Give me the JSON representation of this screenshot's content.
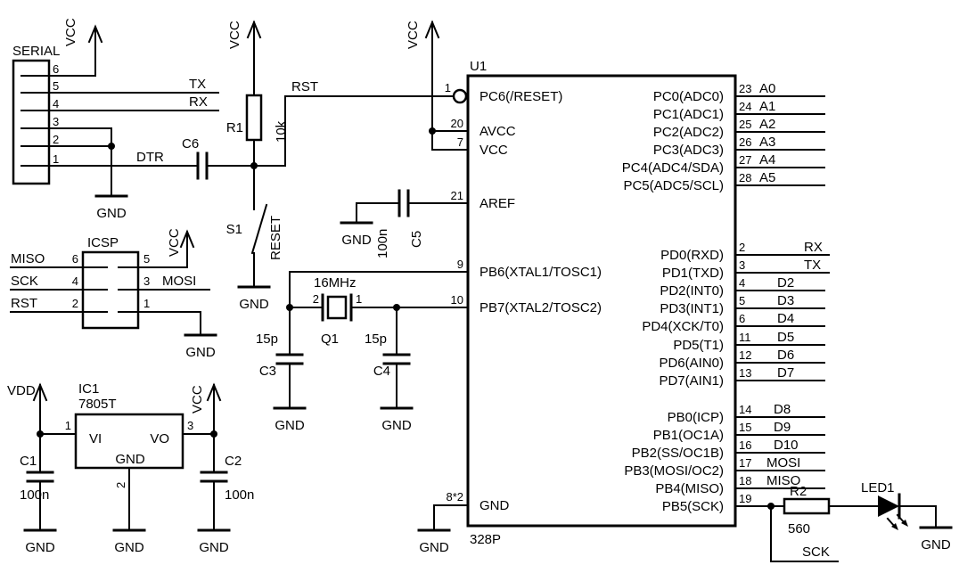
{
  "power": {
    "vcc": "VCC",
    "vdd": "VDD",
    "gnd": "GND"
  },
  "serial": {
    "title": "SERIAL",
    "pins": [
      "6",
      "5",
      "4",
      "3",
      "2",
      "1"
    ],
    "net_tx": "TX",
    "net_rx": "RX",
    "net_dtr": "DTR"
  },
  "reset": {
    "c6": "C6",
    "r1": "R1",
    "r1_value": "10k",
    "rst": "RST",
    "s1": "S1",
    "s1_label": "RESET"
  },
  "aref": {
    "c5": "C5",
    "c5_value": "100n"
  },
  "xtal": {
    "q1": "Q1",
    "freq": "16MHz",
    "pin_left": "2",
    "pin_right": "1",
    "c3": "C3",
    "c3_value": "15p",
    "c4": "C4",
    "c4_value": "15p"
  },
  "icsp": {
    "title": "ICSP",
    "rows": [
      {
        "left_num": "6",
        "left_net": "MISO",
        "right_num": "5",
        "right_net": ""
      },
      {
        "left_num": "4",
        "left_net": "SCK",
        "right_num": "3",
        "right_net": "MOSI"
      },
      {
        "left_num": "2",
        "left_net": "RST",
        "right_num": "1",
        "right_net": ""
      }
    ]
  },
  "regulator": {
    "ref": "IC1",
    "part": "7805T",
    "vi": "VI",
    "vo": "VO",
    "gnd": "GND",
    "pin_in": "1",
    "pin_out": "3",
    "pin_gnd": "2",
    "c1": "C1",
    "c1_value": "100n",
    "c2": "C2",
    "c2_value": "100n"
  },
  "mcu": {
    "ref": "U1",
    "part": "328P",
    "left_pins": [
      {
        "num": "1",
        "name": "PC6(/RESET)"
      },
      {
        "num": "20",
        "name": "AVCC"
      },
      {
        "num": "7",
        "name": "VCC"
      },
      {
        "num": "21",
        "name": "AREF"
      },
      {
        "num": "9",
        "name": "PB6(XTAL1/TOSC1)"
      },
      {
        "num": "10",
        "name": "PB7(XTAL2/TOSC2)"
      },
      {
        "num": "8*2",
        "name": "GND"
      }
    ],
    "right_pins": [
      {
        "num": "23",
        "name": "PC0(ADC0)",
        "net": "A0"
      },
      {
        "num": "24",
        "name": "PC1(ADC1)",
        "net": "A1"
      },
      {
        "num": "25",
        "name": "PC2(ADC2)",
        "net": "A2"
      },
      {
        "num": "26",
        "name": "PC3(ADC3)",
        "net": "A3"
      },
      {
        "num": "27",
        "name": "PC4(ADC4/SDA)",
        "net": "A4"
      },
      {
        "num": "28",
        "name": "PC5(ADC5/SCL)",
        "net": "A5"
      },
      {
        "num": "2",
        "name": "PD0(RXD)",
        "net": "RX"
      },
      {
        "num": "3",
        "name": "PD1(TXD)",
        "net": "TX"
      },
      {
        "num": "4",
        "name": "PD2(INT0)",
        "net": "D2"
      },
      {
        "num": "5",
        "name": "PD3(INT1)",
        "net": "D3"
      },
      {
        "num": "6",
        "name": "PD4(XCK/T0)",
        "net": "D4"
      },
      {
        "num": "11",
        "name": "PD5(T1)",
        "net": "D5"
      },
      {
        "num": "12",
        "name": "PD6(AIN0)",
        "net": "D6"
      },
      {
        "num": "13",
        "name": "PD7(AIN1)",
        "net": "D7"
      },
      {
        "num": "14",
        "name": "PB0(ICP)",
        "net": "D8"
      },
      {
        "num": "15",
        "name": "PB1(OC1A)",
        "net": "D9"
      },
      {
        "num": "16",
        "name": "PB2(SS/OC1B)",
        "net": "D10"
      },
      {
        "num": "17",
        "name": "PB3(MOSI/OC2)",
        "net": "MOSI"
      },
      {
        "num": "18",
        "name": "PB4(MISO)",
        "net": "MISO"
      },
      {
        "num": "19",
        "name": "PB5(SCK)",
        "net": ""
      }
    ]
  },
  "led": {
    "r2": "R2",
    "r2_value": "560",
    "led1": "LED1",
    "sck": "SCK"
  }
}
